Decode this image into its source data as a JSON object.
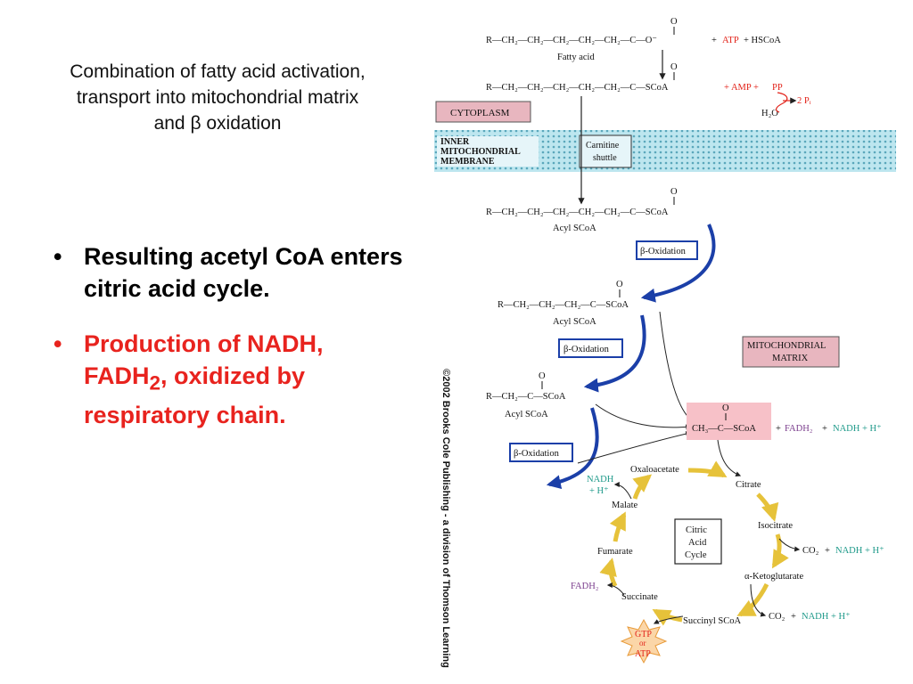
{
  "slide": {
    "title_line1": "Combination of fatty acid activation,",
    "title_line2": "transport into mitochondrial matrix",
    "title_line3_prefix": "and ",
    "title_line3_beta": "β",
    "title_line3_suffix": " oxidation",
    "bullet_symbol": "•",
    "bullet1": "Resulting acetyl CoA enters citric acid cycle.",
    "bullet2_part1": "Production of NADH, FADH",
    "bullet2_sub": "2",
    "bullet2_part2": ", oxidized by respiratory chain.",
    "bullet1_color": "#000000",
    "bullet2_color": "#e8231e",
    "credit": "©2002 Brooks Cole Publishing - a division of Thomson Learning"
  },
  "diagram": {
    "formula1": "R—CH₂—CH₂—CH₂—CH₂—CH₂—C—O⁻",
    "formula1_plus": "+",
    "atp": "ATP",
    "hscoa": "+ HSCoA",
    "fatty_acid": "Fatty acid",
    "formula2": "R—CH₂—CH₂—CH₂—CH₂—CH₂—C—SCoA",
    "amp": "+ AMP +",
    "pp": "PP",
    "pi": "2 Pᵢ",
    "h2o": "H₂O",
    "cytoplasm": "CYTOPLASM",
    "membrane_line1": "INNER",
    "membrane_line2": "MITOCHONDRIAL",
    "membrane_line3": "MEMBRANE",
    "shuttle_line1": "Carnitine",
    "shuttle_line2": "shuttle",
    "formula3": "R—CH₂—CH₂—CH₂—CH₂—CH₂—C—SCoA",
    "acyl1": "Acyl SCoA",
    "beta_ox": "β-Oxidation",
    "formula4": "R—CH₂—CH₂—CH₂—C—SCoA",
    "acyl2": "Acyl SCoA",
    "formula5": "R—CH₂—C—SCoA",
    "acyl3": "Acyl SCoA",
    "matrix_line1": "MITOCHONDRIAL",
    "matrix_line2": "MATRIX",
    "acetyl": "CH₃—C—SCoA",
    "acetyl_plus": "+",
    "fadh2": "FADH₂",
    "plus2": "+",
    "nadh_h": "NADH + H⁺",
    "oxygen": "O",
    "oxaloacetate": "Oxaloacetate",
    "citrate": "Citrate",
    "isocitrate": "Isocitrate",
    "co2_1": "CO₂",
    "plus3": "+",
    "nadh_h_2": "NADH + H⁺",
    "ketoglutarate": "α-Ketoglutarate",
    "co2_2": "CO₂",
    "plus4": "+",
    "nadh_h_3": "NADH + H⁺",
    "succinyl": "Succinyl SCoA",
    "succinate": "Succinate",
    "fumarate": "Fumarate",
    "malate": "Malate",
    "nadh_left": "NADH",
    "h_left": "+ H⁺",
    "fadh2_left": "FADH₂",
    "cycle_line1": "Citric",
    "cycle_line2": "Acid",
    "cycle_line3": "Cycle",
    "gtp": "GTP",
    "or": "or",
    "atp2": "ATP",
    "red_color": "#e2231a",
    "teal_color": "#1f9a8a",
    "purple_color": "#7a3c8c",
    "blue_arrow_color": "#1b3fa8",
    "yellow_arrow_color": "#e6c23a"
  }
}
